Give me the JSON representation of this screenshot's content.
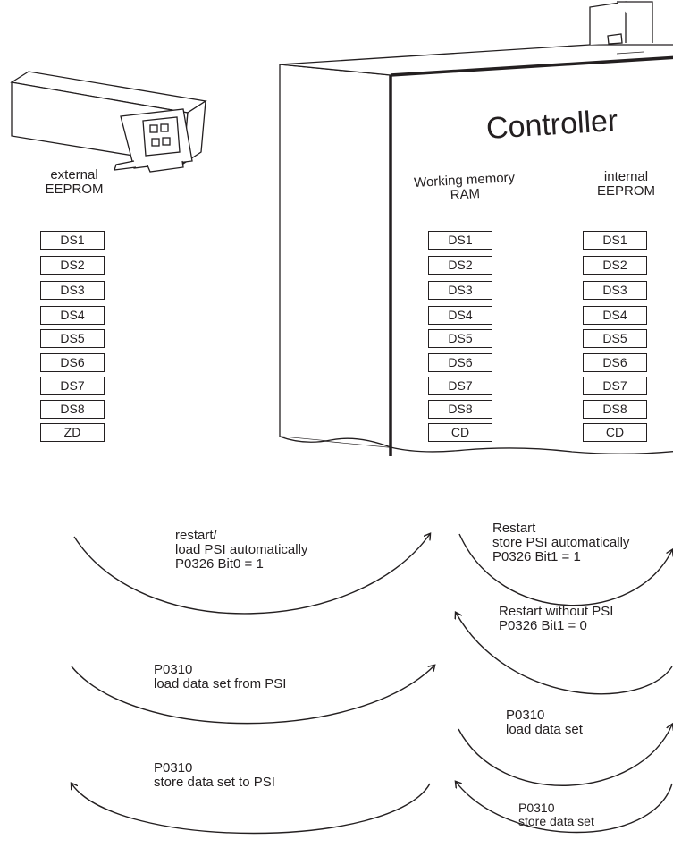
{
  "external": {
    "label_line1": "external",
    "label_line2": "EEPROM",
    "items": [
      "DS1",
      "DS2",
      "DS3",
      "DS4",
      "DS5",
      "DS6",
      "DS7",
      "DS8",
      "ZD"
    ]
  },
  "controller": {
    "title": "Controller",
    "ram": {
      "label_line1": "Working memory",
      "label_line2": "RAM",
      "items": [
        "DS1",
        "DS2",
        "DS3",
        "DS4",
        "DS5",
        "DS6",
        "DS7",
        "DS8",
        "CD"
      ]
    },
    "internal": {
      "label_line1": "internal",
      "label_line2": "EEPROM",
      "items": [
        "DS1",
        "DS2",
        "DS3",
        "DS4",
        "DS5",
        "DS6",
        "DS7",
        "DS8",
        "CD"
      ]
    }
  },
  "flows": {
    "restart_load": [
      "restart/",
      "load PSI automatically",
      "P0326 Bit0 = 1"
    ],
    "restart_store": [
      "Restart",
      "store PSI automatically",
      "P0326 Bit1 = 1"
    ],
    "restart_without": [
      "Restart without PSI",
      "P0326 Bit1 = 0"
    ],
    "load_from_psi": [
      "P0310",
      "load data set from PSI"
    ],
    "load_data_set": [
      "P0310",
      "load data set"
    ],
    "store_to_psi": [
      "P0310",
      "store data set to PSI"
    ],
    "store_data_set": [
      "P0310",
      "store data set"
    ]
  },
  "colors": {
    "ink": "#231f20",
    "paper": "#ffffff"
  }
}
